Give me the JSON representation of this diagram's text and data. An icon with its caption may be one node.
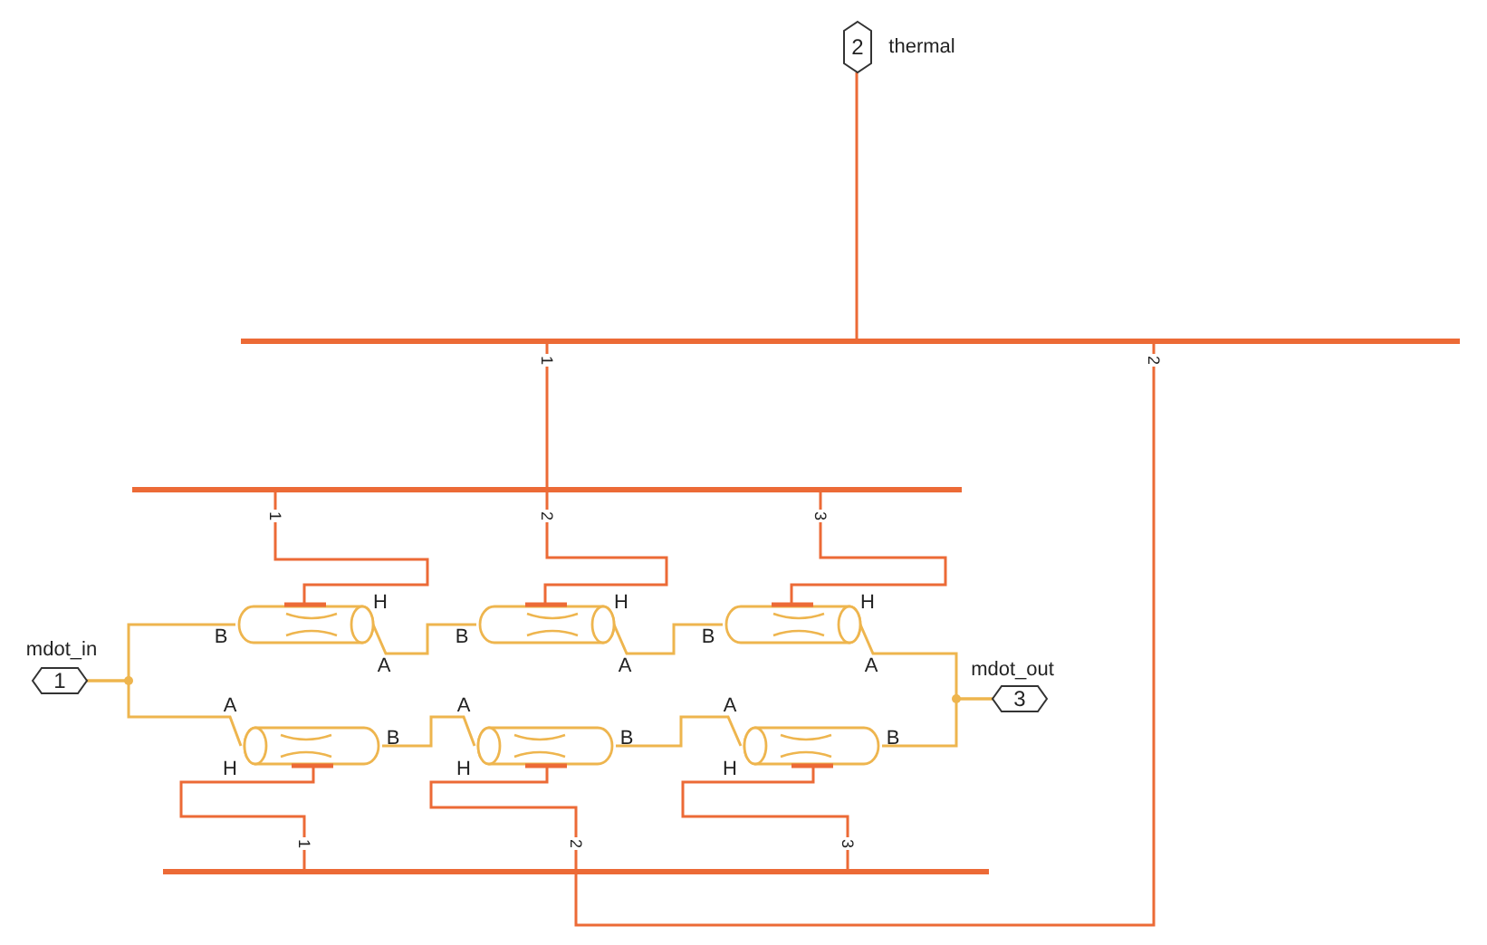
{
  "diagram": {
    "nodes": [
      {
        "text": [
          "2"
        ],
        "beside": [
          "thermal"
        ]
      },
      {
        "text": [],
        "shape": "bar"
      },
      {
        "text": [],
        "shape": "bar"
      },
      {
        "text": [],
        "shape": "cylinder",
        "beside": [
          "B",
          "H",
          "A"
        ]
      },
      {
        "text": [],
        "shape": "cylinder",
        "beside": [
          "B",
          "H",
          "A"
        ]
      },
      {
        "text": [],
        "shape": "cylinder",
        "beside": [
          "B",
          "H",
          "A"
        ]
      },
      {
        "text": [
          "1"
        ],
        "beside": [
          "mdot_in"
        ]
      },
      {
        "text": [
          "3"
        ],
        "beside": [
          "mdot_out"
        ]
      },
      {
        "text": [],
        "shape": "cylinder",
        "beside": [
          "A",
          "H",
          "B"
        ]
      },
      {
        "text": [],
        "shape": "cylinder",
        "beside": [
          "A",
          "H",
          "B"
        ]
      },
      {
        "text": [],
        "shape": "cylinder",
        "beside": [
          "A",
          "H",
          "B"
        ]
      },
      {
        "text": [],
        "shape": "bar"
      }
    ],
    "edges": [
      {
        "from": 0,
        "to": 1,
        "arrow": "none"
      },
      {
        "from": 1,
        "to": 2,
        "arrow": "none"
      },
      {
        "from": 1,
        "to": 11,
        "arrow": "none"
      },
      {
        "from": 2,
        "to": 3,
        "arrow": "none"
      },
      {
        "from": 2,
        "to": 4,
        "arrow": "none"
      },
      {
        "from": 2,
        "to": 5,
        "arrow": "none"
      },
      {
        "from": 6,
        "to": 3,
        "arrow": "none",
        "color": "#eeb54e"
      },
      {
        "from": 6,
        "to": 8,
        "arrow": "none",
        "color": "#eeb54e"
      },
      {
        "from": 3,
        "to": 4,
        "arrow": "none",
        "color": "#eeb54e"
      },
      {
        "from": 4,
        "to": 5,
        "arrow": "none",
        "color": "#eeb54e"
      },
      {
        "from": 5,
        "to": 7,
        "arrow": "none",
        "color": "#eeb54e"
      },
      {
        "from": 8,
        "to": 9,
        "arrow": "none",
        "color": "#eeb54e"
      },
      {
        "from": 9,
        "to": 10,
        "arrow": "none",
        "color": "#eeb54e"
      },
      {
        "from": 10,
        "to": 7,
        "arrow": "none",
        "color": "#eeb54e"
      },
      {
        "from": 11,
        "to": 8,
        "arrow": "none"
      },
      {
        "from": 11,
        "to": 9,
        "arrow": "none"
      },
      {
        "from": 11,
        "to": 10,
        "arrow": "none"
      }
    ],
    "labels": [
      "1",
      "2",
      "1",
      "2",
      "3",
      "1",
      "2",
      "3"
    ]
  }
}
